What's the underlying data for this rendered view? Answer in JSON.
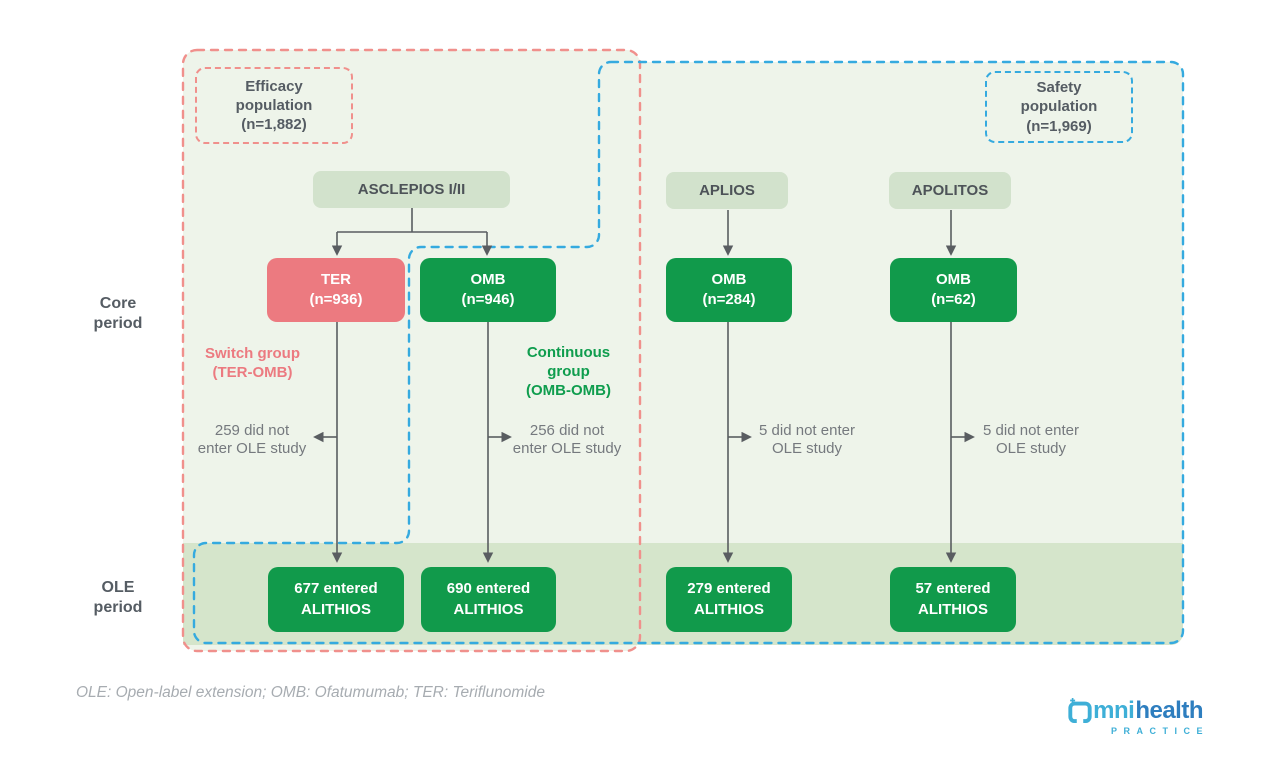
{
  "colors": {
    "panel_bg": "#eef4ea",
    "ole_band": "#d5e5cb",
    "header_box_bg": "#d2e2cc",
    "green": "#119a4b",
    "pink": "#ec7a80",
    "red_dash": "#f0908c",
    "blue_dash": "#35aadf",
    "arrow_gray": "#595d61",
    "text_dark": "#555c63",
    "text_gray": "#75797e",
    "footer_gray": "#a7acb1",
    "logo_teal": "#3eafd7",
    "logo_blue": "#2e7ebf"
  },
  "populations": {
    "efficacy": "Efficacy\npopulation\n(n=1,882)",
    "safety": "Safety\npopulation\n(n=1,969)"
  },
  "period_labels": {
    "core": "Core\nperiod",
    "ole": "OLE\nperiod"
  },
  "trials": {
    "asclepios": "ASCLEPIOS I/II",
    "aplios": "APLIOS",
    "apolitos": "APOLITOS"
  },
  "core_boxes": {
    "ter": "TER\n(n=936)",
    "omb_asclepios": "OMB\n(n=946)",
    "omb_aplios": "OMB\n(n=284)",
    "omb_apolitos": "OMB\n(n=62)"
  },
  "group_labels": {
    "switch": "Switch group\n(TER-OMB)",
    "continuous": "Continuous\ngroup\n(OMB-OMB)"
  },
  "dropout_notes": {
    "ter": "259 did not\nenter OLE study",
    "omb_asclepios": "256 did not\nenter OLE study",
    "omb_aplios": "5 did not enter\nOLE study",
    "omb_apolitos": "5 did not enter\nOLE study"
  },
  "ole_boxes": {
    "ter": "677 entered\nALITHIOS",
    "omb_asclepios": "690 entered\nALITHIOS",
    "omb_aplios": "279 entered\nALITHIOS",
    "omb_apolitos": "57 entered\nALITHIOS"
  },
  "footer": {
    "abbreviations": "OLE: Open-label extension; OMB: Ofatumumab; TER: Teriflunomide"
  },
  "logo": {
    "icon": "omnihealth-omega-plus-icon",
    "part1": "mni",
    "part2": "health",
    "subtitle": "PRACTICE"
  }
}
